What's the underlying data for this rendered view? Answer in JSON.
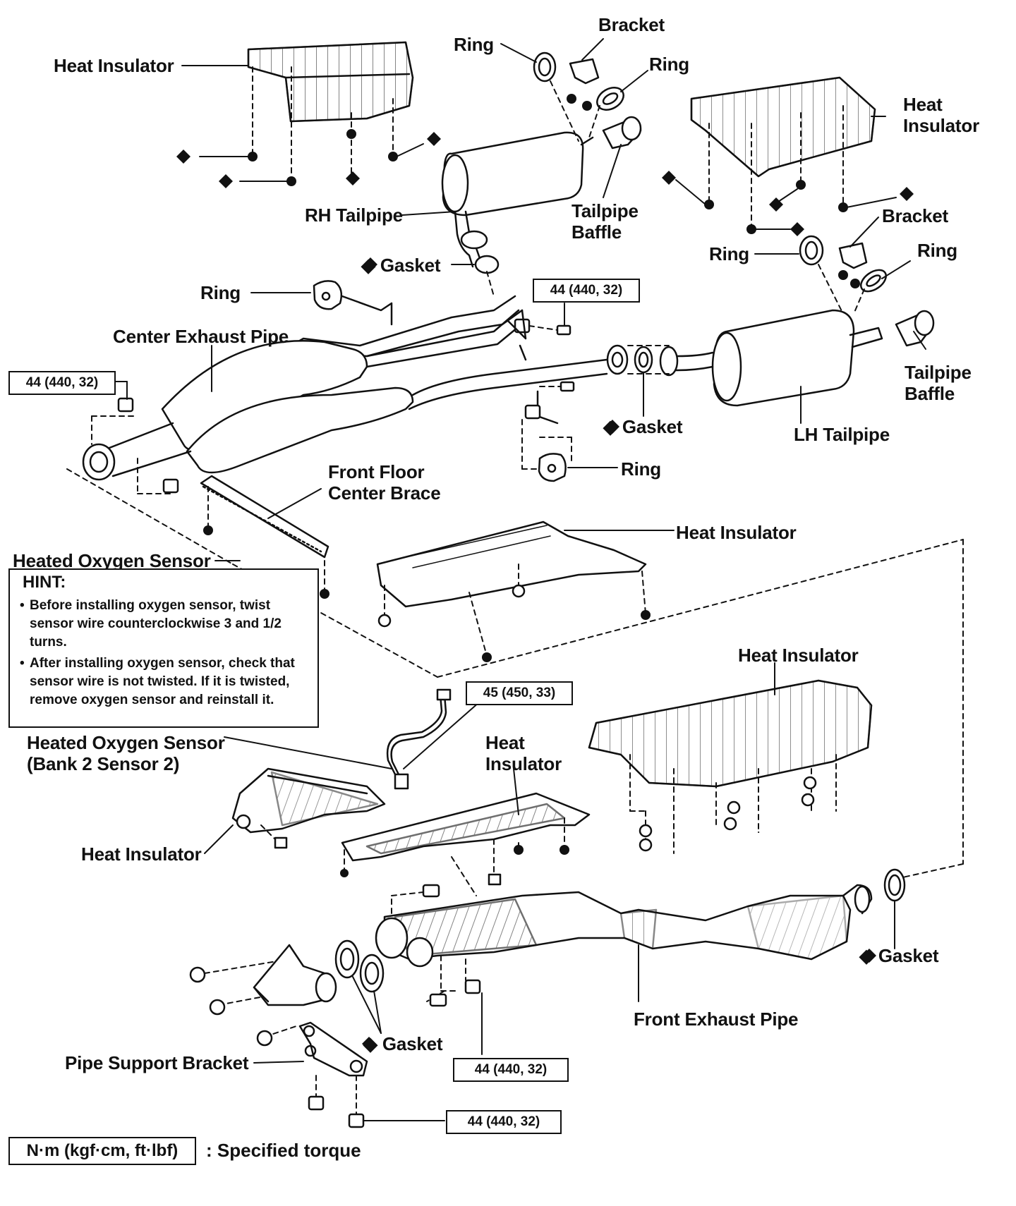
{
  "labels": {
    "heat_insulator_1": "Heat Insulator",
    "ring_1": "Ring",
    "bracket_1": "Bracket",
    "ring_2": "Ring",
    "heat_insulator_2a": "Heat",
    "heat_insulator_2b": "Insulator",
    "rh_tailpipe": "RH Tailpipe",
    "tailpipe_baffle_1a": "Tailpipe",
    "tailpipe_baffle_1b": "Baffle",
    "bracket_2": "Bracket",
    "ring_3": "Ring",
    "ring_4": "Ring",
    "gasket_1": "Gasket",
    "ring_5": "Ring",
    "center_exhaust_pipe": "Center Exhaust Pipe",
    "tailpipe_baffle_2a": "Tailpipe",
    "tailpipe_baffle_2b": "Baffle",
    "gasket_2": "Gasket",
    "lh_tailpipe": "LH Tailpipe",
    "ring_6": "Ring",
    "front_floor_center_brace_a": "Front Floor",
    "front_floor_center_brace_b": "Center Brace",
    "heat_insulator_3": "Heat Insulator",
    "heated_oxygen_sensor": "Heated Oxygen Sensor",
    "heat_insulator_4": "Heat Insulator",
    "heated_oxygen_sensor_b2s2_a": "Heated Oxygen Sensor",
    "heated_oxygen_sensor_b2s2_b": "(Bank 2 Sensor 2)",
    "heat_insulator_5a": "Heat",
    "heat_insulator_5b": "Insulator",
    "heat_insulator_6": "Heat Insulator",
    "gasket_3": "Gasket",
    "front_exhaust_pipe": "Front Exhaust Pipe",
    "gasket_4": "Gasket",
    "pipe_support_bracket": "Pipe Support Bracket"
  },
  "torques": {
    "t1": "44 (440, 32)",
    "t2": "44 (440, 32)",
    "t3": "45 (450, 33)",
    "t4": "44 (440, 32)",
    "t5": "44 (440, 32)"
  },
  "hint": {
    "title": "HINT:",
    "item1_l1": "Before installing oxygen sensor, twist",
    "item1_l2": "sensor wire counterclockwise 3 and 1/2",
    "item1_l3": "turns.",
    "item2_l1": "After installing oxygen sensor, check that",
    "item2_l2": "sensor wire is not twisted. If it is twisted,",
    "item2_l3": "remove oxygen sensor and reinstall it.",
    "bullet": "•"
  },
  "legend": {
    "box": "N·m (kgf·cm, ft·lbf)",
    "text": ": Specified torque"
  },
  "symbols": {
    "diamond": "◆"
  }
}
